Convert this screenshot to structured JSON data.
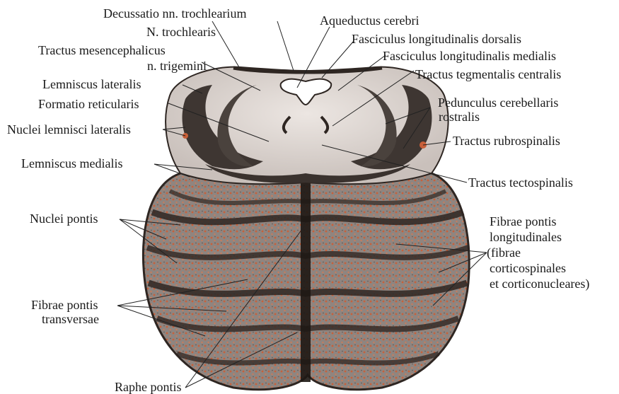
{
  "labels": {
    "decussatio": "Decussatio nn. trochlearium",
    "aqueductus": "Aqueductus cerebri",
    "n_trochlearis": "N. trochlearis",
    "fasc_long_dorsalis": "Fasciculus longitudinalis dorsalis",
    "tractus_mesenceph_1": "Tractus mesencephalicus",
    "tractus_mesenceph_2": "n. trigemini",
    "fasc_long_medialis": "Fasciculus longitudinalis medialis",
    "tractus_tegmentalis": "Tractus tegmentalis centralis",
    "lemniscus_lateralis": "Lemniscus lateralis",
    "pedunculus_1": "Pedunculus cerebellaris",
    "pedunculus_2": "rostralis",
    "formatio_reticularis": "Formatio reticularis",
    "nuclei_lemnisci": "Nuclei lemnisci lateralis",
    "tractus_rubrospinalis": "Tractus rubrospinalis",
    "lemniscus_medialis": "Lemniscus medialis",
    "tractus_tectospinalis": "Tractus tectospinalis",
    "nuclei_pontis": "Nuclei pontis",
    "fibrae_long_1": "Fibrae pontis",
    "fibrae_long_2": "longitudinales",
    "fibrae_long_3": "(fibrae",
    "fibrae_long_4": "corticospinales",
    "fibrae_long_5": "et corticonucleares)",
    "fibrae_trans_1": "Fibrae pontis",
    "fibrae_trans_2": "transversae",
    "raphe_pontis": "Raphe pontis"
  },
  "colors": {
    "tissue_dark": "#3e3632",
    "tissue_mid": "#8a7f7a",
    "tissue_light": "#d8d0cc",
    "tegmentum": "#e6dfdb",
    "nuclei_dots": "#c8603a",
    "leader": "#222222"
  }
}
